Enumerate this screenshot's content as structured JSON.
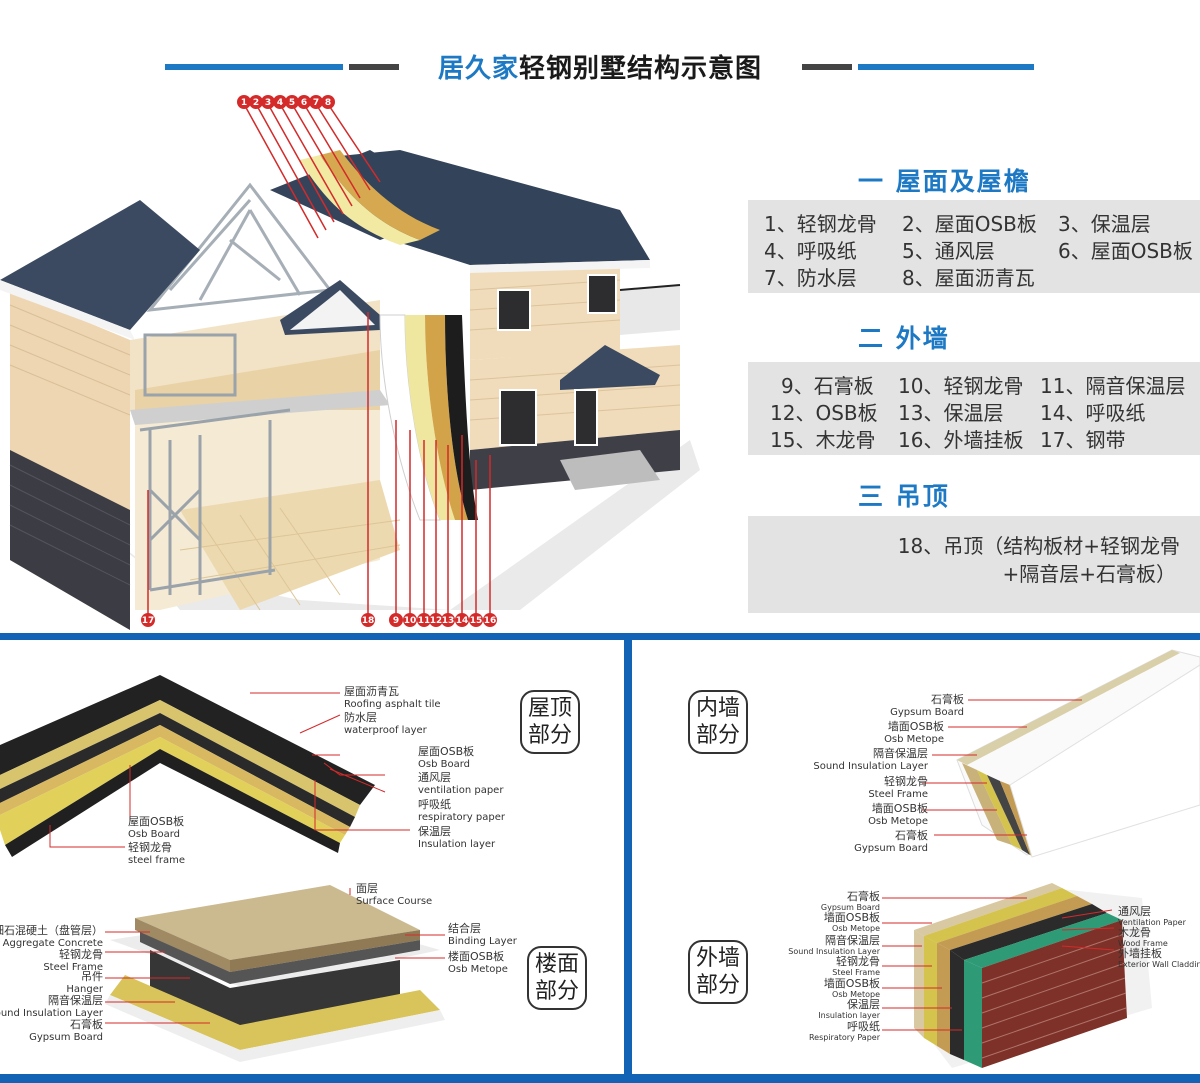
{
  "title": {
    "brand": "居久家",
    "rest": "轻钢别墅结构示意图"
  },
  "colors": {
    "accent": "#1d79c4",
    "frame": "#1262b5",
    "callout": "#d42a2a",
    "panel": "#e3e3e3"
  },
  "callout_numbers": [
    "1",
    "2",
    "3",
    "4",
    "5",
    "6",
    "7",
    "8",
    "9",
    "10",
    "11",
    "12",
    "13",
    "14",
    "15",
    "16",
    "17",
    "18"
  ],
  "sections": {
    "roof": {
      "heading": "一 屋面及屋檐",
      "items": [
        "1、轻钢龙骨",
        "2、屋面OSB板",
        "3、保温层",
        "4、呼吸纸",
        "5、通风层",
        "6、屋面OSB板",
        "7、防水层",
        "8、屋面沥青瓦"
      ]
    },
    "wall": {
      "heading": "二 外墙",
      "items": [
        "9、石膏板",
        "10、轻钢龙骨",
        "11、隔音保温层",
        "12、OSB板",
        "13、保温层",
        "14、呼吸纸",
        "15、木龙骨",
        "16、外墙挂板",
        "17、钢带"
      ]
    },
    "ceiling": {
      "heading": "三 吊顶",
      "line1": "18、吊顶（结构板材+轻钢龙骨",
      "line2": "+隔音层+石膏板）"
    }
  },
  "panels": {
    "roof_part": {
      "badge_top": "屋顶",
      "badge_bottom": "部分",
      "labels": [
        {
          "cn": "屋面沥青瓦",
          "en": "Roofing asphalt tile"
        },
        {
          "cn": "防水层",
          "en": "waterproof layer"
        },
        {
          "cn": "屋面OSB板",
          "en": "Osb Board"
        },
        {
          "cn": "通风层",
          "en": "ventilation paper"
        },
        {
          "cn": "呼吸纸",
          "en": "respiratory paper"
        },
        {
          "cn": "保温层",
          "en": "Insulation layer"
        },
        {
          "cn": "屋面OSB板",
          "en": "Osb Board"
        },
        {
          "cn": "轻钢龙骨",
          "en": "steel frame"
        }
      ]
    },
    "floor_part": {
      "badge_top": "楼面",
      "badge_bottom": "部分",
      "labels": [
        {
          "cn": "面层",
          "en": "Surface Course"
        },
        {
          "cn": "细石混硬土（盘管层）",
          "en": "Fine Aggregate Concrete"
        },
        {
          "cn": "轻钢龙骨",
          "en": "Steel Frame"
        },
        {
          "cn": "吊件",
          "en": "Hanger"
        },
        {
          "cn": "隔音保温层",
          "en": "Sound Insulation Layer"
        },
        {
          "cn": "石膏板",
          "en": "Gypsum Board"
        },
        {
          "cn": "结合层",
          "en": "Binding Layer"
        },
        {
          "cn": "楼面OSB板",
          "en": "Osb Metope"
        }
      ]
    },
    "inner_wall": {
      "badge_top": "内墙",
      "badge_bottom": "部分",
      "labels": [
        {
          "cn": "石膏板",
          "en": "Gypsum Board"
        },
        {
          "cn": "墙面OSB板",
          "en": "Osb Metope"
        },
        {
          "cn": "隔音保温层",
          "en": "Sound Insulation Layer"
        },
        {
          "cn": "轻钢龙骨",
          "en": "Steel Frame"
        },
        {
          "cn": "墙面OSB板",
          "en": "Osb Metope"
        },
        {
          "cn": "石膏板",
          "en": "Gypsum Board"
        }
      ]
    },
    "outer_wall": {
      "badge_top": "外墙",
      "badge_bottom": "部分",
      "labels_left": [
        {
          "cn": "石膏板",
          "en": "Gypsum Board"
        },
        {
          "cn": "墙面OSB板",
          "en": "Osb Metope"
        },
        {
          "cn": "隔音保温层",
          "en": "Sound Insulation Layer"
        },
        {
          "cn": "轻钢龙骨",
          "en": "Steel Frame"
        },
        {
          "cn": "墙面OSB板",
          "en": "Osb Metope"
        },
        {
          "cn": "保温层",
          "en": "Insulation layer"
        },
        {
          "cn": "呼吸纸",
          "en": "Respiratory Paper"
        }
      ],
      "labels_right": [
        {
          "cn": "通风层",
          "en": "Ventilation Paper"
        },
        {
          "cn": "木龙骨",
          "en": "Wood Frame"
        },
        {
          "cn": "外墙挂板",
          "en": "Exterior Wall Cladding"
        }
      ]
    }
  }
}
